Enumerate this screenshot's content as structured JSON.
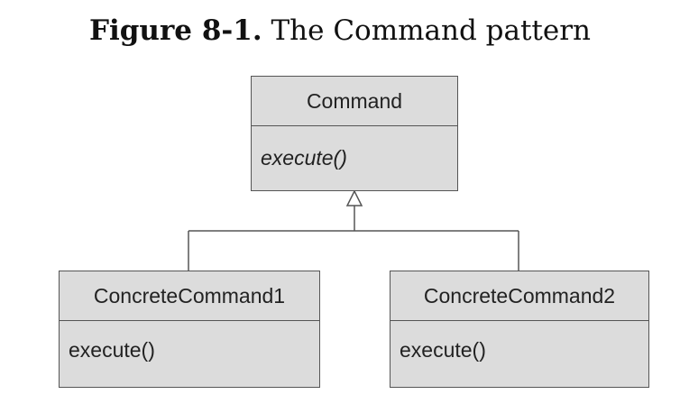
{
  "caption": {
    "label": "Figure 8-1.",
    "title": "The Command pattern"
  },
  "classes": [
    {
      "name": "Command",
      "method": "execute()",
      "abstract": true
    },
    {
      "name": "ConcreteCommand1",
      "method": "execute()",
      "abstract": false
    },
    {
      "name": "ConcreteCommand2",
      "method": "execute()",
      "abstract": false
    }
  ],
  "relationships": [
    {
      "type": "generalization",
      "from": "ConcreteCommand1",
      "to": "Command"
    },
    {
      "type": "generalization",
      "from": "ConcreteCommand2",
      "to": "Command"
    }
  ],
  "colors": {
    "box_fill": "#dcdcdc",
    "box_border": "#555555",
    "connector": "#555555"
  }
}
